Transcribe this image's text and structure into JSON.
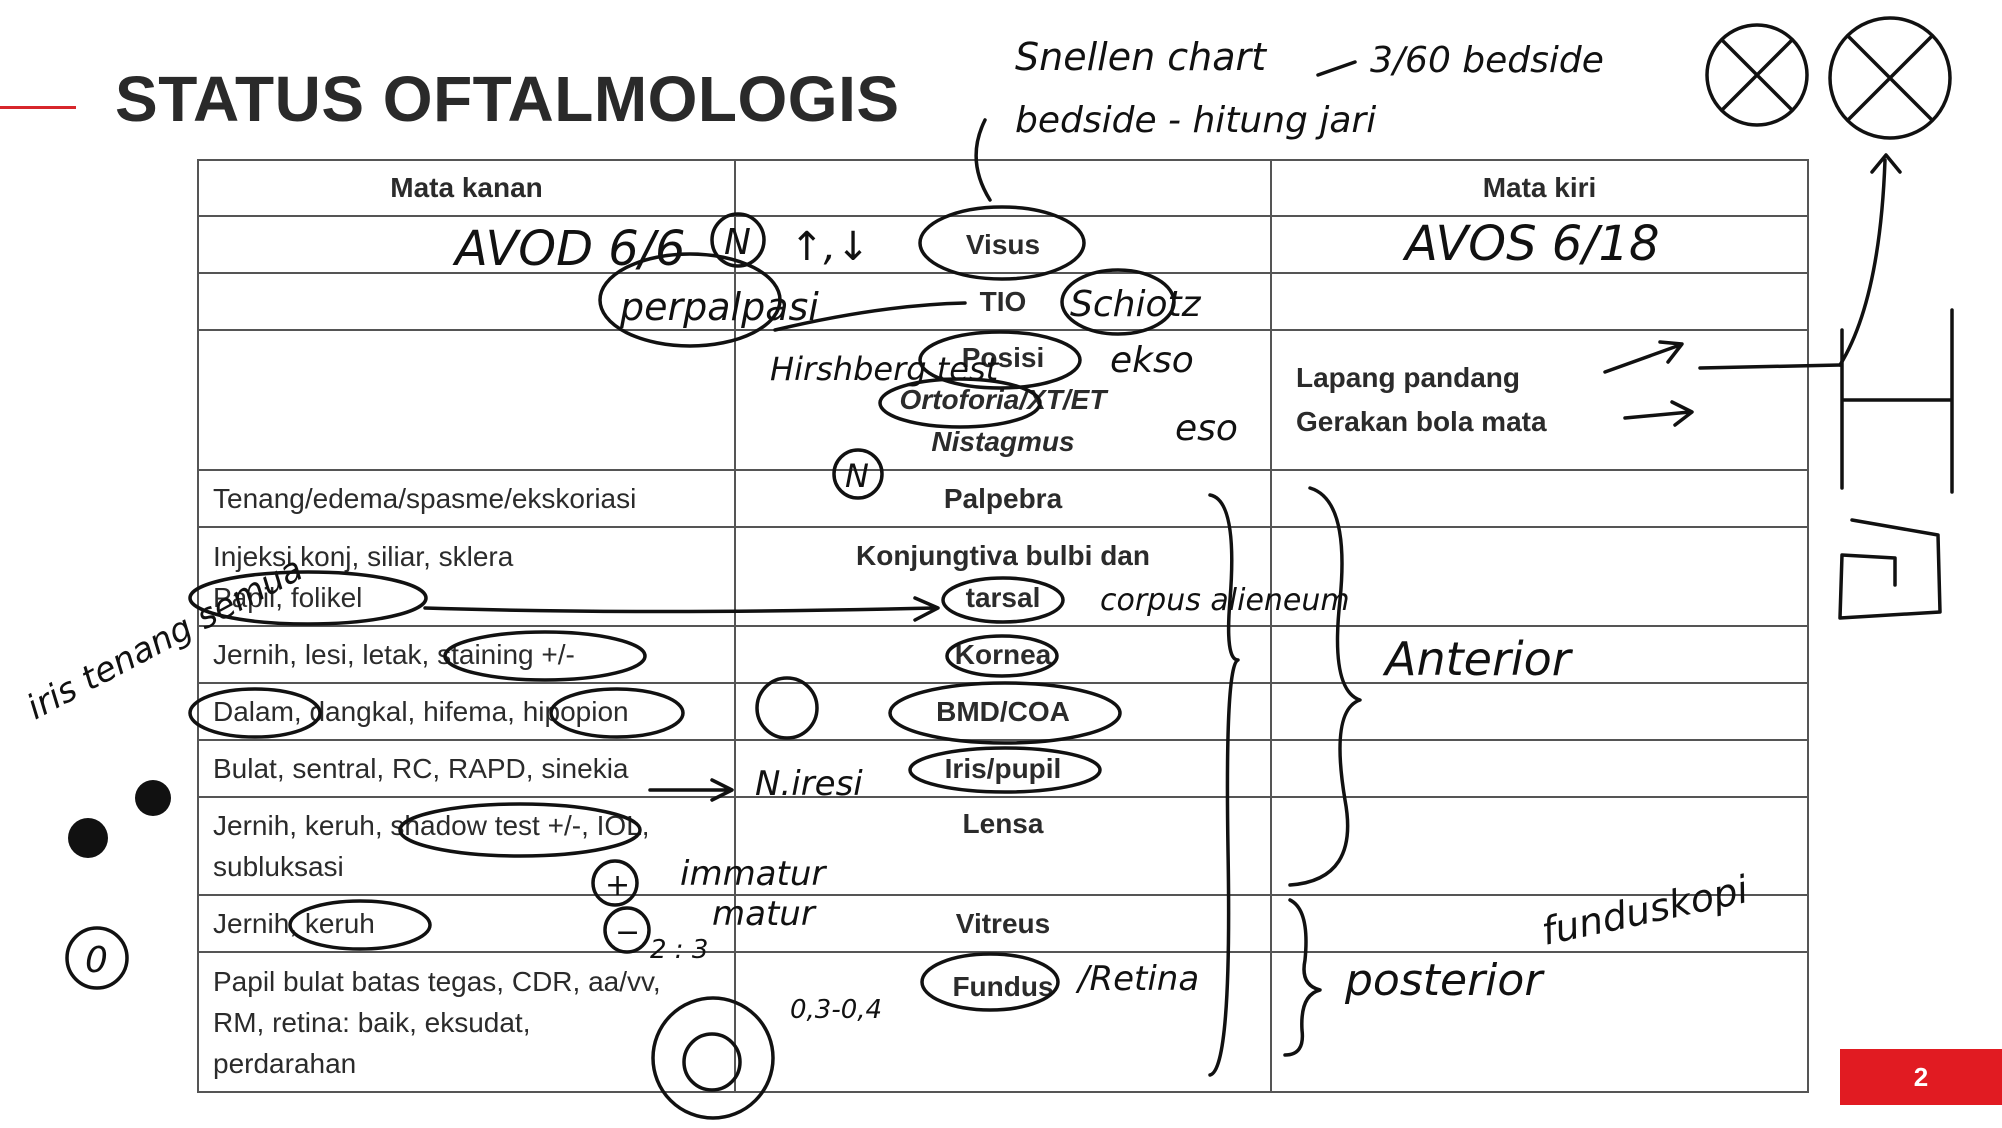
{
  "title": "STATUS OFTALMOLOGIS",
  "page_number": "2",
  "colors": {
    "accent": "#e11b22",
    "ink": "#111111",
    "border": "#555555"
  },
  "table": {
    "headers": [
      "Mata kanan",
      "",
      "Mata kiri"
    ],
    "rows": [
      {
        "left": [
          ""
        ],
        "mid": "Visus",
        "right": [
          ""
        ]
      },
      {
        "left": [
          ""
        ],
        "mid": "TIO",
        "right": [
          ""
        ]
      },
      {
        "left": [
          ""
        ],
        "mid": "Posisi",
        "mid2": "Ortoforia/XT/ET",
        "mid3": "Nistagmus",
        "right": [
          "Lapang pandang",
          "Gerakan bola mata"
        ]
      },
      {
        "left": [
          "Tenang/edema/spasme/ekskoriasi"
        ],
        "mid": "Palpebra",
        "right": [
          ""
        ]
      },
      {
        "left": [
          "Injeksi konj, siliar, sklera",
          "Papil, folikel"
        ],
        "mid": "Konjungtiva bulbi dan",
        "mid2": "tarsal",
        "right": [
          ""
        ]
      },
      {
        "left": [
          "Jernih, lesi, letak, staining +/-"
        ],
        "mid": "Kornea",
        "right": [
          ""
        ]
      },
      {
        "left": [
          "Dalam, dangkal, hifema, hipopion"
        ],
        "mid": "BMD/COA",
        "right": [
          ""
        ]
      },
      {
        "left": [
          "Bulat, sentral, RC, RAPD, sinekia"
        ],
        "mid": "Iris/pupil",
        "right": [
          ""
        ]
      },
      {
        "left": [
          "Jernih, keruh, shadow test +/-, IOL,",
          "subluksasi"
        ],
        "mid": "Lensa",
        "right": [
          ""
        ]
      },
      {
        "left": [
          "Jernih, keruh"
        ],
        "mid": "Vitreus",
        "right": [
          ""
        ]
      },
      {
        "left": [
          "Papil bulat batas tegas, CDR, aa/vv,",
          "RM, retina: baik, eksudat,",
          "perdarahan"
        ],
        "mid": "Fundus",
        "right": [
          ""
        ]
      }
    ]
  },
  "handwriting": {
    "snellen": "Snellen chart",
    "bedside": "bedside - hitung jari",
    "bedside_right": "3/60 bedside",
    "avod": "AVOD 6/6",
    "avos": "AVOS 6/18",
    "n_circle": "N",
    "arrows": "↑,↓",
    "perpalpasi": "perpalpasi",
    "schiotz": "Schiotz",
    "hirschberg": "Hirshberg test",
    "ekso": "ekso",
    "eso": "eso",
    "iris_note": "iris tenang semua",
    "corpus": "corpus alieneum",
    "anterior": "Anterior",
    "posterior": "posterior",
    "funduskopi": "funduskopi",
    "n_iresi": "N.iresi",
    "immatur": "immatur",
    "matur": "matur",
    "ratio": "2 : 3",
    "cdr": "0,3-0,4",
    "retina": "/Retina",
    "plus": "+",
    "minus": "−",
    "zero": "0"
  }
}
